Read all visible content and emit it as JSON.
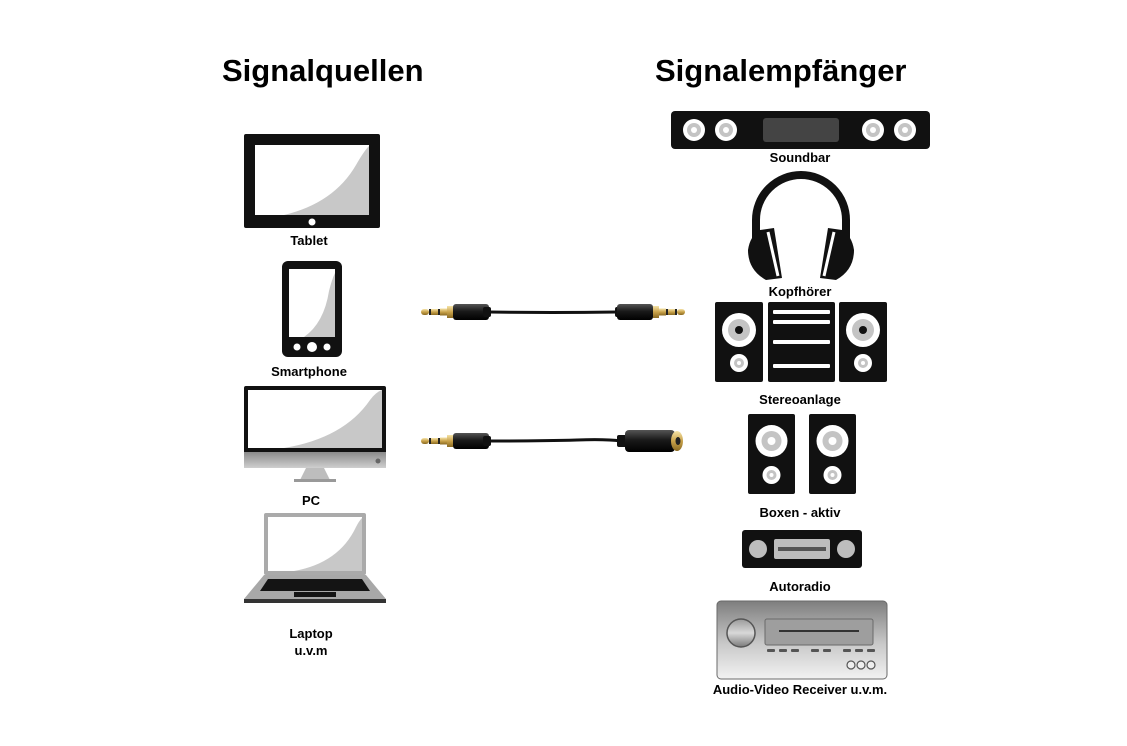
{
  "titles": {
    "sources": "Signalquellen",
    "receivers": "Signalempfänger"
  },
  "sources": [
    {
      "label": "Tablet",
      "icon": "tablet-icon"
    },
    {
      "label": "Smartphone",
      "icon": "smartphone-icon"
    },
    {
      "label": "PC",
      "icon": "monitor-icon"
    },
    {
      "label": "Laptop",
      "icon": "laptop-icon"
    }
  ],
  "sources_more": "u.v.m",
  "receivers": [
    {
      "label": "Soundbar",
      "icon": "soundbar-icon"
    },
    {
      "label": "Kopfhörer",
      "icon": "headphones-icon"
    },
    {
      "label": "Stereoanlage",
      "icon": "stereo-system-icon"
    },
    {
      "label": "Boxen - aktiv",
      "icon": "active-speakers-icon"
    },
    {
      "label": "Autoradio",
      "icon": "car-radio-icon"
    },
    {
      "label": "Audio-Video Receiver u.v.m.",
      "icon": "av-receiver-icon"
    }
  ],
  "cables": [
    {
      "type": "3.5mm male to male",
      "icon": "aux-cable-male-male-icon"
    },
    {
      "type": "3.5mm male to female",
      "icon": "aux-cable-male-female-icon"
    }
  ]
}
